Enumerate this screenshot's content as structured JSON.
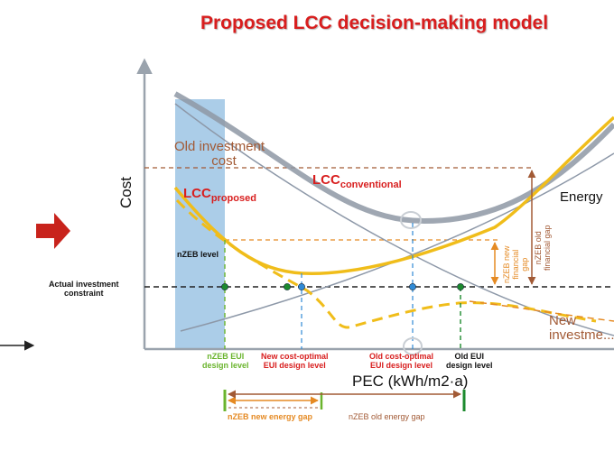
{
  "title": "Proposed LCC decision-making model",
  "axes": {
    "y_label": "Cost",
    "x_label": "PEC (kWh/m2·a)"
  },
  "curves": {
    "lcc_conventional": {
      "main": "LCC",
      "sub": "conventional"
    },
    "lcc_proposed": {
      "main": "LCC",
      "sub": "proposed"
    },
    "energy": "Energy",
    "new_investment": "New investme..."
  },
  "left_labels": {
    "old_investment_cost": [
      "Old investment",
      "cost"
    ],
    "nzeb_level": "nZEB level",
    "actual_investment_constraint": [
      "Actual investment",
      "constraint"
    ]
  },
  "gaps": {
    "nzeb_new_financial_gap": [
      "nZEB new",
      "financial",
      "gap"
    ],
    "nzeb_old_financial_gap": [
      "nZEB old",
      "financial gap"
    ],
    "nzeb_new_energy_gap": "nZEB new energy gap",
    "nzeb_old_energy_gap": "nZEB old energy gap"
  },
  "design_levels": {
    "nzeb_eui": [
      "nZEB EUI",
      "design level"
    ],
    "new_cost_optimal": [
      "New cost-optimal",
      "EUI design level"
    ],
    "old_cost_optimal": [
      "Old cost-optimal",
      "EUI design level"
    ],
    "old_eui": [
      "Old EUI",
      "design level"
    ]
  },
  "colors": {
    "title": "#d81e1e",
    "lcc_conventional": "#9aa3ad",
    "lcc_proposed": "#f0bd1a",
    "nzeb_zone": "#9cc4e4",
    "old_gap": "#a25a35",
    "new_gap": "#e58a23",
    "nzeb_green": "#6ab42d",
    "old_green": "#1c8a2e",
    "blue_marker": "#2f8ad6"
  }
}
